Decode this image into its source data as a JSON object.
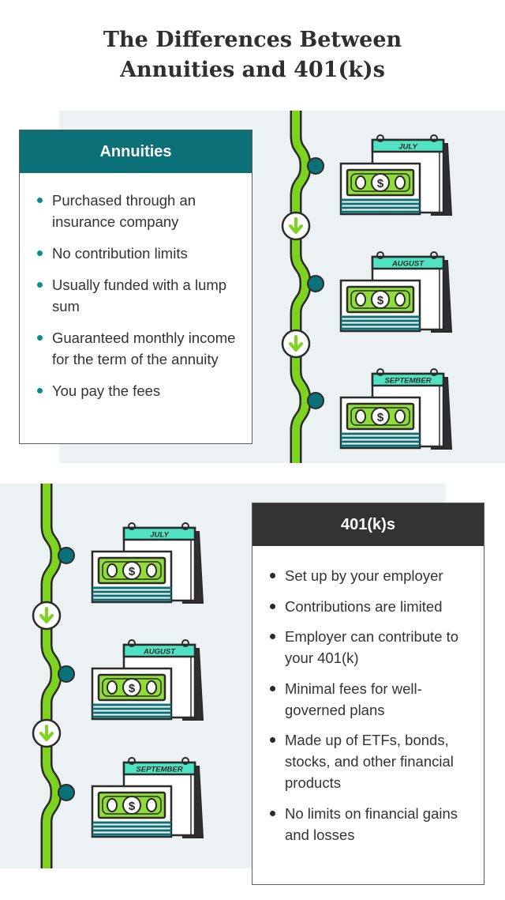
{
  "title": {
    "line1": "The Differences Between",
    "line2": "Annuities and 401(k)s"
  },
  "annuities": {
    "heading": "Annuities",
    "items": [
      "Purchased through an insurance company",
      "No contribution limits",
      "Usually funded with a lump sum",
      "Guaranteed monthly income for the term of the annuity",
      "You pay the fees"
    ]
  },
  "k401": {
    "heading": "401(k)s",
    "items": [
      "Set up by your employer",
      "Contributions are limited",
      "Employer can contribute to your 401(k)",
      "Minimal fees for well-governed plans",
      "Made up of ETFs, bonds, stocks, and other financial products",
      "No limits on financial gains and losses"
    ]
  },
  "calendar_months": [
    "JULY",
    "AUGUST",
    "SEPTEMBER"
  ],
  "colors": {
    "teal": "#0c7078",
    "lime": "#7ed321",
    "dark": "#333333",
    "panel": "#ecf1f4",
    "mint": "#4fe3c1"
  }
}
